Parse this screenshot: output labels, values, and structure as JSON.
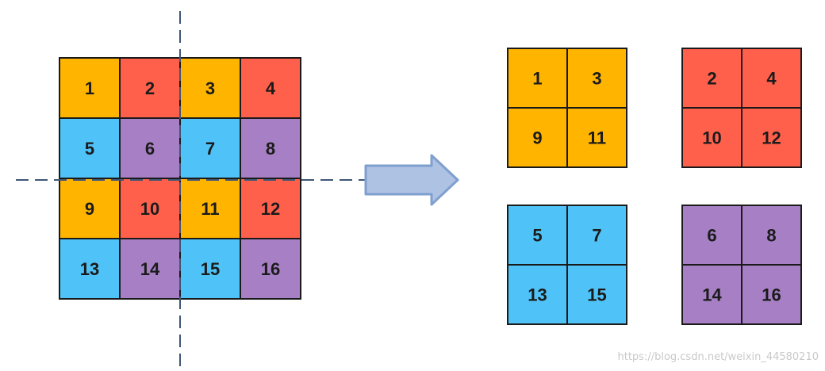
{
  "colors": {
    "orange": "#FFB400",
    "red": "#FF604C",
    "blue": "#4FC3F7",
    "purple": "#A67FC4",
    "grid_line": "#1a1a1a",
    "dashed_line": "#3f5677",
    "arrow_fill": "#AEC2E3",
    "arrow_stroke": "#7F9FCF"
  },
  "source_grid": {
    "cells": [
      {
        "label": "1",
        "color": "orange"
      },
      {
        "label": "2",
        "color": "red"
      },
      {
        "label": "3",
        "color": "orange"
      },
      {
        "label": "4",
        "color": "red"
      },
      {
        "label": "5",
        "color": "blue"
      },
      {
        "label": "6",
        "color": "purple"
      },
      {
        "label": "7",
        "color": "blue"
      },
      {
        "label": "8",
        "color": "purple"
      },
      {
        "label": "9",
        "color": "orange"
      },
      {
        "label": "10",
        "color": "red"
      },
      {
        "label": "11",
        "color": "orange"
      },
      {
        "label": "12",
        "color": "red"
      },
      {
        "label": "13",
        "color": "blue"
      },
      {
        "label": "14",
        "color": "purple"
      },
      {
        "label": "15",
        "color": "blue"
      },
      {
        "label": "16",
        "color": "purple"
      }
    ]
  },
  "arrow_icon": "right-arrow-icon",
  "result_grids": [
    {
      "name": "orange",
      "color": "orange",
      "labels": [
        "1",
        "3",
        "9",
        "11"
      ]
    },
    {
      "name": "red",
      "color": "red",
      "labels": [
        "2",
        "4",
        "10",
        "12"
      ]
    },
    {
      "name": "blue",
      "color": "blue",
      "labels": [
        "5",
        "7",
        "13",
        "15"
      ]
    },
    {
      "name": "purple",
      "color": "purple",
      "labels": [
        "6",
        "8",
        "14",
        "16"
      ]
    }
  ],
  "watermark": "https://blog.csdn.net/weixin_44580210"
}
